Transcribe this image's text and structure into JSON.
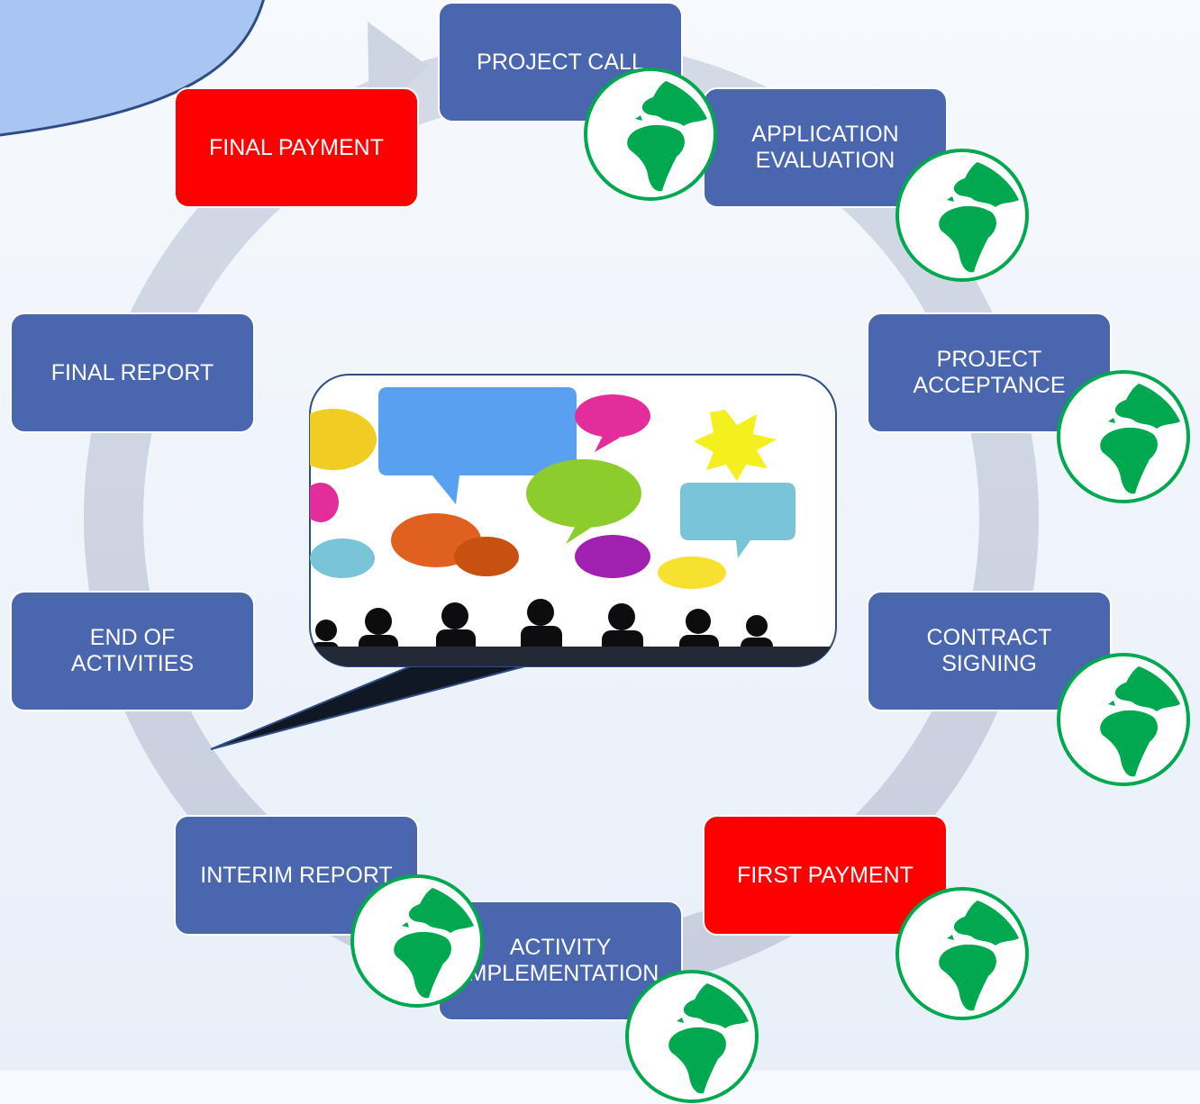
{
  "colors": {
    "step_box": "#4a66ae",
    "payment_box": "#ff0000",
    "box_text": "#ffffff",
    "cycle_arrow": "#cdd5e3",
    "globe": "#00a84f",
    "corner_bubble": "#a9c6f2"
  },
  "steps": [
    {
      "id": "project-call",
      "label": "PROJECT CALL",
      "kind": "step",
      "has_globe": true
    },
    {
      "id": "application-evaluation",
      "label": "APPLICATION\nEVALUATION",
      "kind": "step",
      "has_globe": true
    },
    {
      "id": "project-acceptance",
      "label": "PROJECT\nACCEPTANCE",
      "kind": "step",
      "has_globe": true
    },
    {
      "id": "contract-signing",
      "label": "CONTRACT\nSIGNING",
      "kind": "step",
      "has_globe": true
    },
    {
      "id": "first-payment",
      "label": "FIRST PAYMENT",
      "kind": "payment",
      "has_globe": true
    },
    {
      "id": "activity-implementation",
      "label": "ACTIVITY\nIMPLEMENTATION",
      "kind": "step",
      "has_globe": true
    },
    {
      "id": "interim-report",
      "label": "INTERIM REPORT",
      "kind": "step",
      "has_globe": true
    },
    {
      "id": "end-of-activities",
      "label": "END OF\nACTIVITIES",
      "kind": "step",
      "has_globe": false
    },
    {
      "id": "final-report",
      "label": "FINAL REPORT",
      "kind": "step",
      "has_globe": false
    },
    {
      "id": "final-payment",
      "label": "FINAL PAYMENT",
      "kind": "payment",
      "has_globe": false
    }
  ],
  "center_picture": {
    "icon": "meeting-speech-bubbles-image",
    "bubble_colors": [
      "#5aa0f0",
      "#e22d9a",
      "#f0cd22",
      "#8ccc2c",
      "#e06020",
      "#7ac4d8",
      "#a020b0",
      "#f6e030",
      "#f4f020"
    ]
  }
}
